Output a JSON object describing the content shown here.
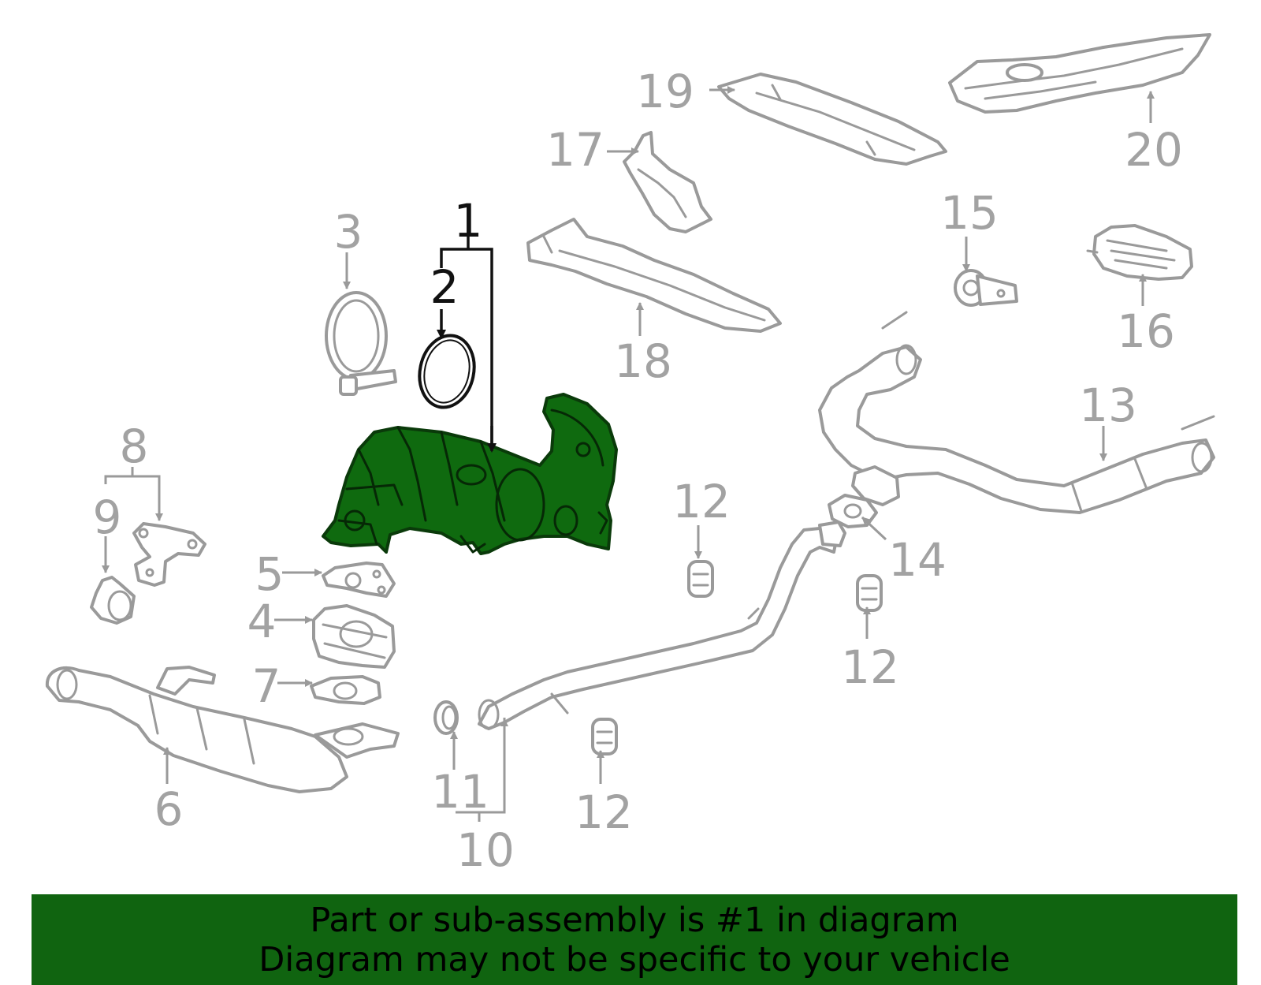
{
  "colors": {
    "highlight_part": "#0f6a0f",
    "banner_background": "#106410",
    "banner_text": "#000000",
    "parts_gray": "#9a9a9a",
    "label_gray": "#a2a2a2",
    "highlight_label": "#111111"
  },
  "callouts": {
    "c1": "1",
    "c2": "2",
    "c3": "3",
    "c4": "4",
    "c5": "5",
    "c6": "6",
    "c7": "7",
    "c8": "8",
    "c9": "9",
    "c10": "10",
    "c11": "11",
    "c12": "12",
    "c13": "13",
    "c14": "14",
    "c15": "15",
    "c16": "16",
    "c17": "17",
    "c18": "18",
    "c19": "19",
    "c20": "20"
  },
  "banner": {
    "line1": "Part or sub-assembly is #1 in diagram",
    "line2": "Diagram may not be specific to your vehicle"
  }
}
